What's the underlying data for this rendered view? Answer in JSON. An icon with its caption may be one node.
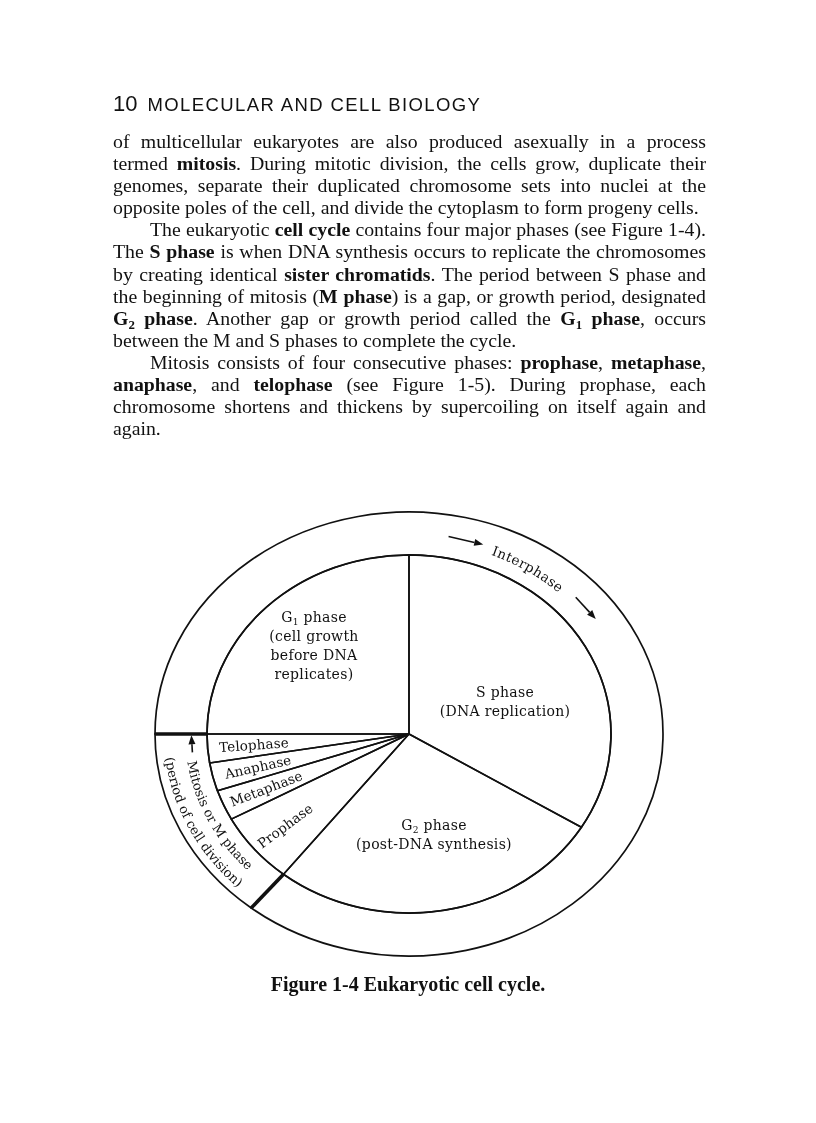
{
  "diagram": {
    "caption": "Figure 1-4 Eukaryotic cell cycle.",
    "nodes": [
      {
        "text": [
          "Interphase"
        ]
      },
      {
        "text": [
          "G$_{1}$ phase",
          "(cell growth before DNA replicates)"
        ]
      },
      {
        "text": [
          "S phase",
          "(DNA replication)"
        ]
      },
      {
        "text": [
          "Telophase"
        ]
      },
      {
        "text": [
          "Anaphase"
        ]
      },
      {
        "text": [
          "Metaphase"
        ]
      },
      {
        "text": [
          "Prophase"
        ]
      },
      {
        "text": [
          "G$_{2}$ phase",
          "(post-DNA synthesis)"
        ]
      },
      {
        "text": [
          "Mitosis or M phase (period of cell division)"
        ]
      }
    ],
    "labels": [
      "10",
      "MOLECULAR AND CELL BIOLOGY",
      "of multicellular eukaryotes are also produced asexually in a process termed **mitosis**. During mitotic division, the cells grow, duplicate their genomes, separate their duplicated chromosome sets into nuclei at the opposite poles of the cell, and divide the cytoplasm to form progeny cells.",
      "The eukaryotic **cell cycle** contains four major phases (see Figure 1-4). The **S phase** is when DNA synthesis occurs to replicate the chromosomes by creating identical **sister chromatids**. The period between S phase and the beginning of mitosis (**M phase**) is a gap, or growth period, designated **G$_{2}$ phase**. Another gap or growth period called the **G$_{1}$ phase**, occurs between the M and S phases to complete the cycle.",
      "Mitosis consists of four consecutive phases: **prophase**, **metaphase**, **anaphase**, and **telophase** (see Figure 1-5). During prophase, each chromosome shortens and thickens by supercoiling on itself again and again."
    ]
  }
}
